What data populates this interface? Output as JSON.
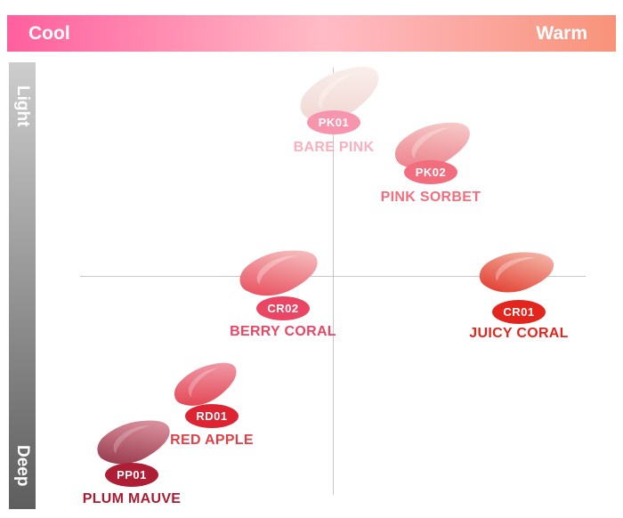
{
  "axes": {
    "cool_label": "Cool",
    "warm_label": "Warm",
    "light_label": "Light",
    "deep_label": "Deep",
    "x_gradient": [
      "#FF5F9E",
      "#FFBCC6",
      "#F8937A"
    ],
    "y_gradient": [
      "#CDCDCD",
      "#5E5E5E"
    ],
    "gridline_color": "#C6C6C6"
  },
  "products": [
    {
      "code": "PK01",
      "name": "BARE PINK",
      "badge_color": "#F795AF",
      "name_color": "#F8AFBE",
      "swatch_dark": "#EFD3CF",
      "swatch_light": "#FBF3F0"
    },
    {
      "code": "PK02",
      "name": "PINK SORBET",
      "badge_color": "#F26D7D",
      "name_color": "#F26D7D",
      "swatch_dark": "#EA7580",
      "swatch_light": "#F8D7D4"
    },
    {
      "code": "CR02",
      "name": "BERRY CORAL",
      "badge_color": "#EA4563",
      "name_color": "#EA4563",
      "swatch_dark": "#E5404F",
      "swatch_light": "#F8D0D0"
    },
    {
      "code": "CR01",
      "name": "JUICY CORAL",
      "badge_color": "#E3261D",
      "name_color": "#E3261D",
      "swatch_dark": "#DF2F1F",
      "swatch_light": "#F6C7BA"
    },
    {
      "code": "RD01",
      "name": "RED APPLE",
      "badge_color": "#DC2433",
      "name_color": "#E04048",
      "swatch_dark": "#E03845",
      "swatch_light": "#F3A8B6"
    },
    {
      "code": "PP01",
      "name": "PLUM MAUVE",
      "badge_color": "#AE1E35",
      "name_color": "#A81C32",
      "swatch_dark": "#8E2C40",
      "swatch_light": "#E8A3AE"
    }
  ],
  "chart_data": {
    "type": "scatter",
    "title": "",
    "x_axis": {
      "label_left": "Cool",
      "label_right": "Warm",
      "range": [
        0,
        1
      ]
    },
    "y_axis": {
      "label_top": "Light",
      "label_bottom": "Deep",
      "range": [
        0,
        1
      ]
    },
    "grid": "crosshair",
    "legend": "none",
    "points": [
      {
        "code": "PK01",
        "name": "BARE PINK",
        "warmth": 0.5,
        "depth": 0.13
      },
      {
        "code": "PK02",
        "name": "PINK SORBET",
        "warmth": 0.69,
        "depth": 0.25
      },
      {
        "code": "CR02",
        "name": "BERRY CORAL",
        "warmth": 0.4,
        "depth": 0.56
      },
      {
        "code": "CR01",
        "name": "JUICY CORAL",
        "warmth": 0.87,
        "depth": 0.57
      },
      {
        "code": "RD01",
        "name": "RED APPLE",
        "warmth": 0.26,
        "depth": 0.82
      },
      {
        "code": "PP01",
        "name": "PLUM MAUVE",
        "warmth": 0.1,
        "depth": 0.96
      }
    ]
  }
}
